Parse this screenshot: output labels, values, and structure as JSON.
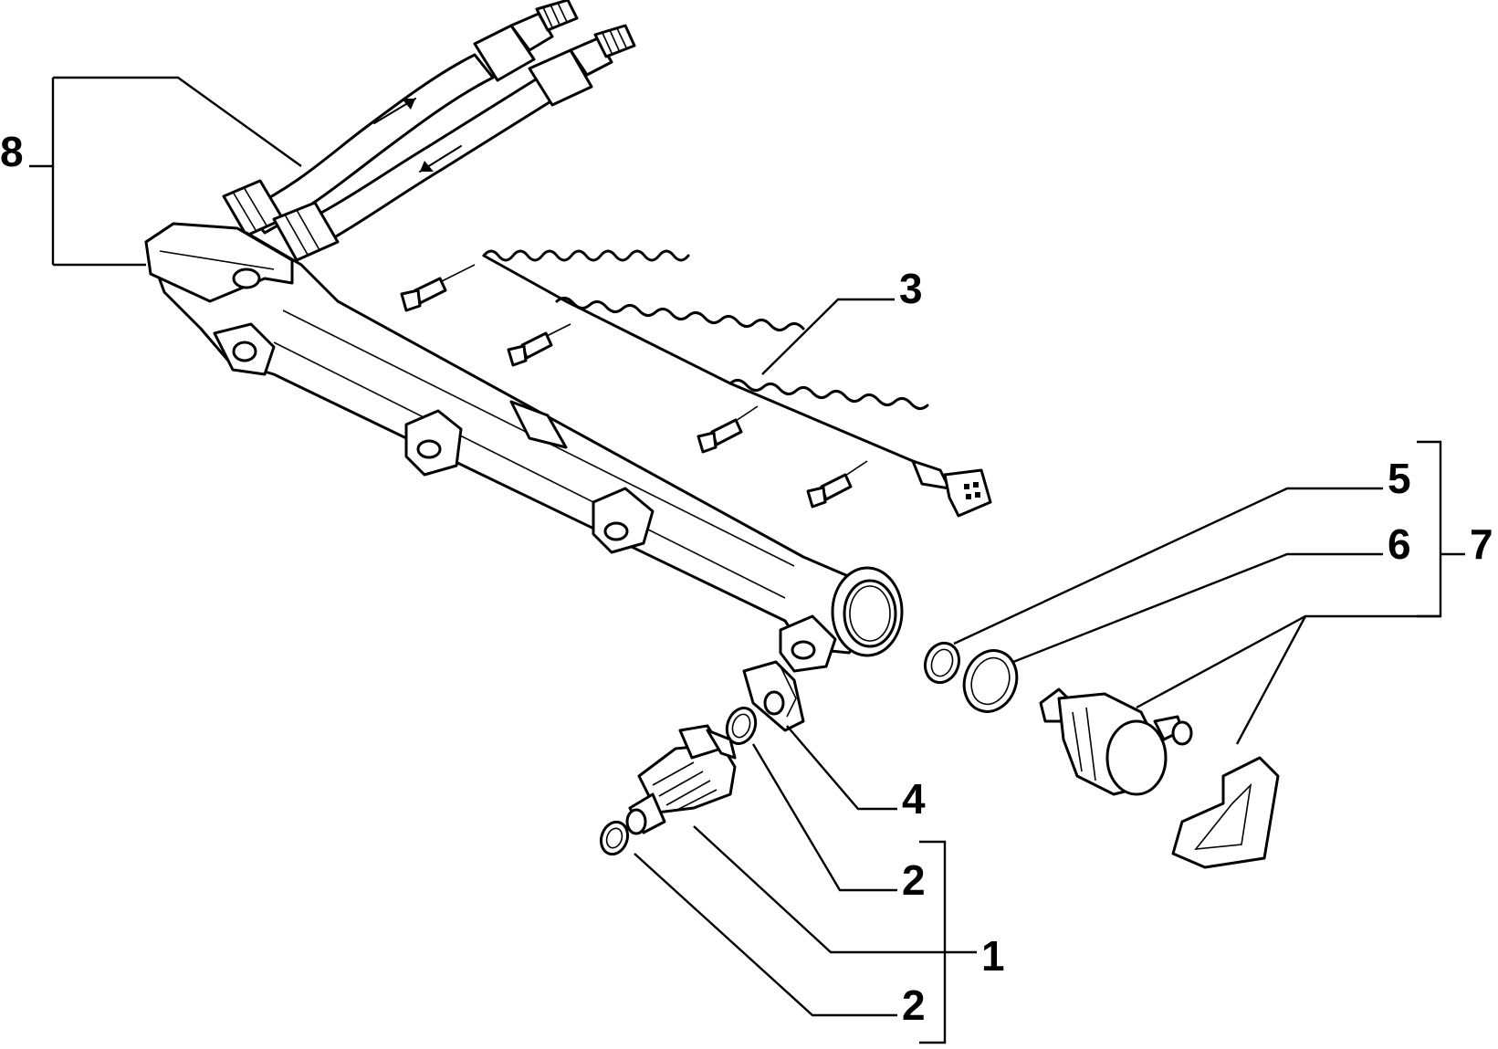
{
  "diagram": {
    "callouts": [
      {
        "id": "c8",
        "label": "8"
      },
      {
        "id": "c3",
        "label": "3"
      },
      {
        "id": "c5",
        "label": "5"
      },
      {
        "id": "c6",
        "label": "6"
      },
      {
        "id": "c7",
        "label": "7"
      },
      {
        "id": "c4",
        "label": "4"
      },
      {
        "id": "c2a",
        "label": "2"
      },
      {
        "id": "c1",
        "label": "1"
      },
      {
        "id": "c2b",
        "label": "2"
      }
    ],
    "colors": {
      "ink": "#000000",
      "paper": "#ffffff"
    }
  }
}
